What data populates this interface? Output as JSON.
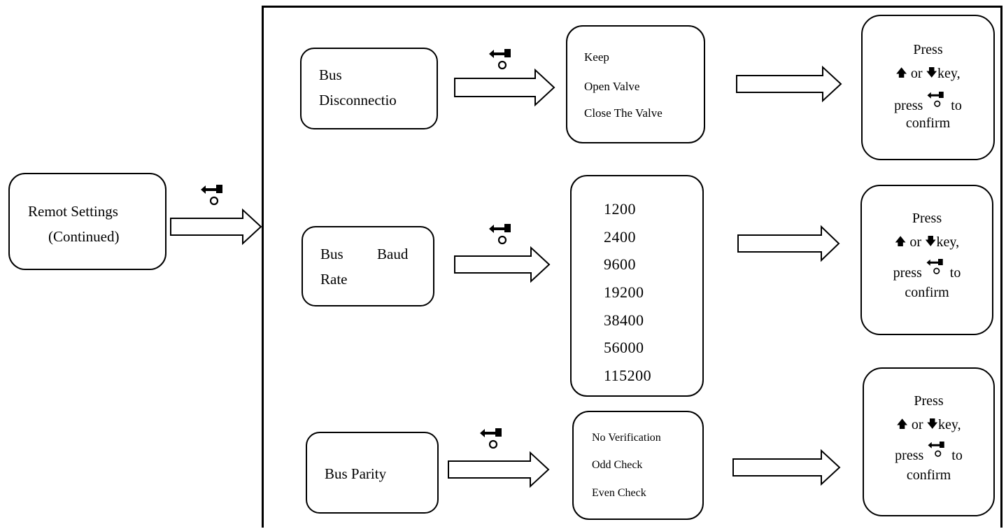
{
  "root": {
    "line1": "Remot Settings",
    "line2": "(Continued)"
  },
  "rows": [
    {
      "name_line1": "Bus",
      "name_line2": "Disconnectio",
      "options": [
        "Keep",
        "Open Valve",
        "Close The Valve"
      ]
    },
    {
      "name_line1a": "Bus",
      "name_line1b": "Baud",
      "name_line2": "Rate",
      "options": [
        "1200",
        "2400",
        "9600",
        "19200",
        "38400",
        "56000",
        "115200"
      ]
    },
    {
      "name_line1": "Bus Parity",
      "options": [
        "No Verification",
        "Odd Check",
        "Even Check"
      ]
    }
  ],
  "prompt": {
    "line1": "Press",
    "or": "or",
    "key": "key,",
    "press": "press",
    "to": "to",
    "confirm": "confirm"
  },
  "icons": {
    "enter_key": "enter-key-icon",
    "up_arrow": "up-arrow-icon",
    "down_arrow": "down-arrow-icon"
  }
}
